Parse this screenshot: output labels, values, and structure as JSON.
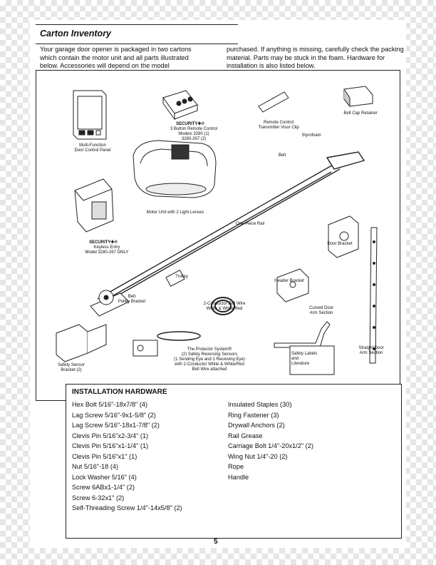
{
  "section_title": "Carton Inventory",
  "intro": {
    "left": "Your garage door opener is packaged in two cartons which contain the motor unit and all parts illustrated below. Accessories will depend on the model",
    "right": "purchased. If anything is missing, carefully check the packing material. Parts may be stuck in the foam. Hardware for installation is also listed below."
  },
  "labels": {
    "door_control": "Multi-Function\nDoor Control Panel",
    "remote_brand": "SECURITY✚®",
    "remote": "3 Button Remote Control\nModels 3280 (1)\n3280-267 (2)",
    "visor_clip": "Remote Control\nTransmitter Visor Clip",
    "belt_cap": "Belt Cap Retainer",
    "styrofoam": "Styrofoam",
    "belt": "Belt",
    "motor_unit": "Motor Unit with 2 Light Lenses",
    "one_piece_rail": "One-Piece Rail",
    "keyless_brand": "SECURITY✚®",
    "keyless": "Keyless Entry\nModel 3280-267 ONLY",
    "door_bracket": "Door Bracket",
    "trolley": "Trolley",
    "header_bracket": "Header Bracket",
    "belt_pulley": "Belt\nPulley Bracket",
    "bell_wire": "2-Conductor Bell Wire\nWhite & White/Red",
    "curved_arm": "Curved Door\nArm Section",
    "straight_arm": "Straight Door\nArm Section",
    "safety_bracket": "Safety Sensor\nBracket (2)",
    "sensors": "The Protector System®\n(2) Safety Reversing Sensors\n(1 Sending Eye and 1 Receiving Eye)\nwith 2-Conductor White & White/Red\nBell Wire attached",
    "literature": "Safety Labels\nand\nLiterature"
  },
  "hardware": {
    "title": "INSTALLATION HARDWARE",
    "col1": [
      "Hex Bolt 5/16\"-18x7/8\" (4)",
      "Lag Screw 5/16\"-9x1-5/8\" (2)",
      "Lag Screw 5/16\"-18x1-7/8\" (2)",
      "Clevis Pin 5/16\"x2-3/4\" (1)",
      "Clevis Pin 5/16\"x1-1/4\" (1)",
      "Clevis Pin 5/16\"x1\" (1)",
      "Nut 5/16\"-18 (4)",
      "Lock Washer 5/16\" (4)",
      "Screw 6ABx1-1/4\" (2)",
      "Screw 6-32x1\" (2)",
      "Self-Threading Screw 1/4\"-14x5/8\" (2)"
    ],
    "col2": [
      "Insulated Staples (30)",
      "Ring Fastener (3)",
      "Drywall Anchors (2)",
      "Rail Grease",
      "Carriage Bolt 1/4\"-20x1/2\" (2)",
      "Wing Nut 1/4\"-20 (2)",
      "Rope",
      "Handle"
    ]
  },
  "page_number": "5"
}
